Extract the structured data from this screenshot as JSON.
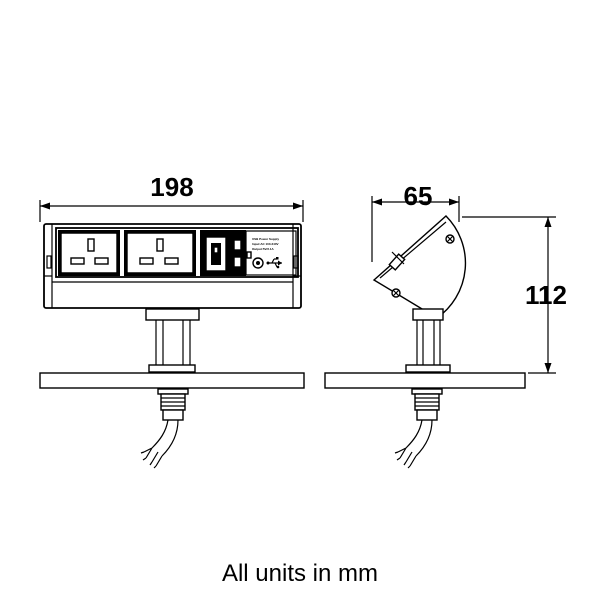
{
  "dimensions": {
    "width": "198",
    "depth": "65",
    "height": "112"
  },
  "unit_note": "All units in mm",
  "panel_print": [
    "USB Power Supply",
    "Input:AC 100-240V",
    "Output:5V/2.1A"
  ]
}
